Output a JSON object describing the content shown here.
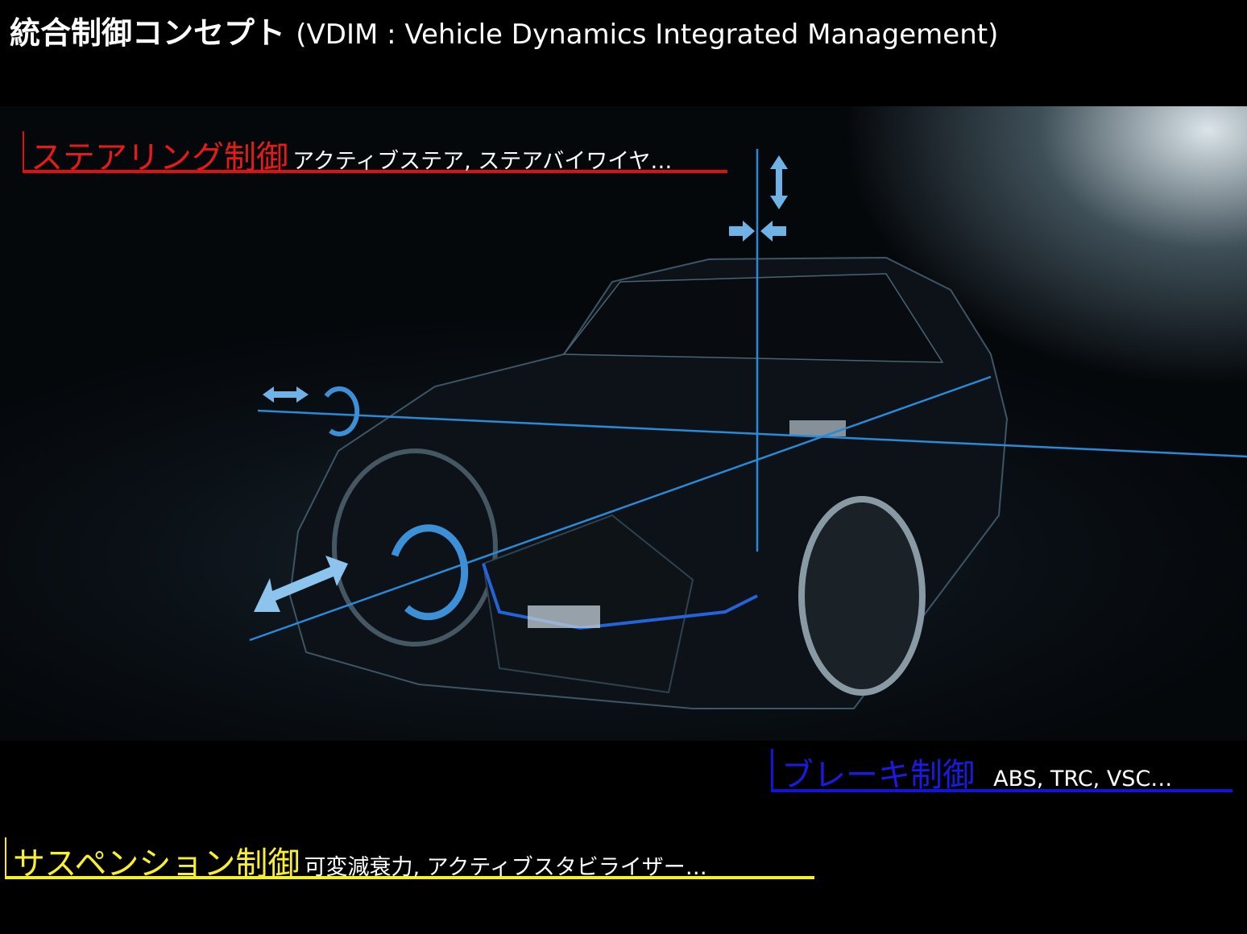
{
  "title": {
    "main": "統合制御コンセプト",
    "sub": "(VDIM : Vehicle Dynamics Integrated Management)"
  },
  "labels": {
    "steering": {
      "heading": "ステアリング制御",
      "detail": "アクティブステア, ステアバイワイヤ…",
      "color": "#e51a1a"
    },
    "brake": {
      "heading": "ブレーキ制御",
      "detail": "ABS, TRC, VSC…",
      "color": "#1a1ae0"
    },
    "suspension": {
      "heading": "サスペンション制御",
      "detail": "可変減衰力, アクティブスタビライザー…",
      "color": "#f7ef30"
    }
  },
  "colors": {
    "axis_line": "#2a8ad8",
    "arrow": "#6fb3e6"
  }
}
